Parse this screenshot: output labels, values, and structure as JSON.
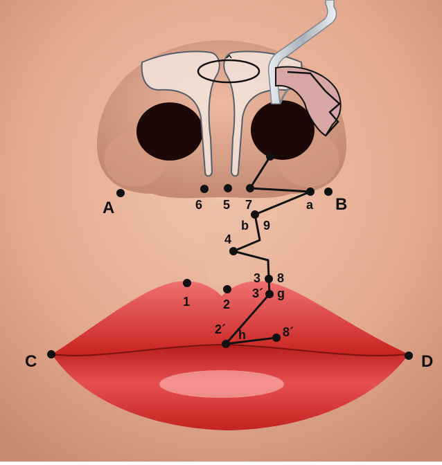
{
  "labels": {
    "A": "A",
    "B": "B",
    "C": "C",
    "D": "D",
    "p1": "1",
    "p2": "2",
    "p3": "3",
    "p4": "4",
    "p5": "5",
    "p6": "6",
    "p7": "7",
    "p8": "8",
    "p9": "9",
    "a": "a",
    "b": "b",
    "g": "g",
    "h": "h",
    "p2prime": "2´",
    "p3prime": "3´",
    "p8prime": "8´"
  },
  "colors": {
    "skin": "#e8b197",
    "skin_dark": "#c98f76",
    "lip": "#d8322d",
    "lip_dark": "#a51d1d",
    "nostril": "#1c0806",
    "template_fill": "#f3e4dd",
    "template_stroke": "#555f6a",
    "retractor": "#c9cfd6",
    "line": "#111111"
  },
  "icons": [
    "retractor-icon"
  ]
}
